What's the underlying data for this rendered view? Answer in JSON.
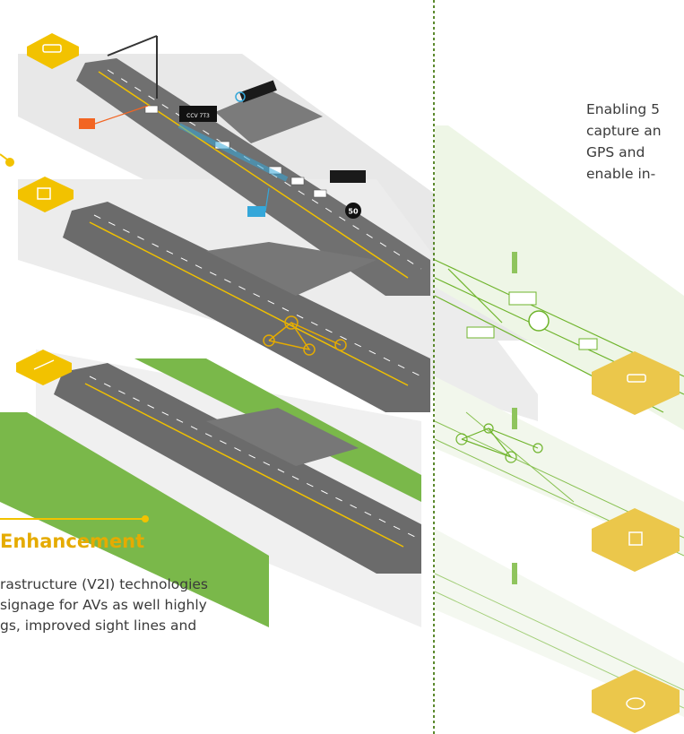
{
  "right_text": {
    "line1": "Enabling 5",
    "line2": "capture an",
    "line3": "GPS  and",
    "line4": "enable in-"
  },
  "left_text": {
    "title": "Enhancement",
    "line1": "rastructure (V2I) technologies",
    "line2": "signage for AVs as well highly",
    "line3": "gs, improved sight lines and"
  },
  "scene_labels": {
    "sign_ccv": "CCV 7T3",
    "speed_limit": "50"
  },
  "colors": {
    "accent_yellow": "#f2c200",
    "road_gray": "#6e6e6e",
    "grass_green": "#73b33d",
    "digital_green": "#6fb42c",
    "divider_green": "#5c8a2e"
  },
  "icons": [
    "car-layer-icon",
    "document-layer-icon",
    "survey-layer-icon",
    "cube-layer-icon",
    "disk-layer-icon"
  ]
}
